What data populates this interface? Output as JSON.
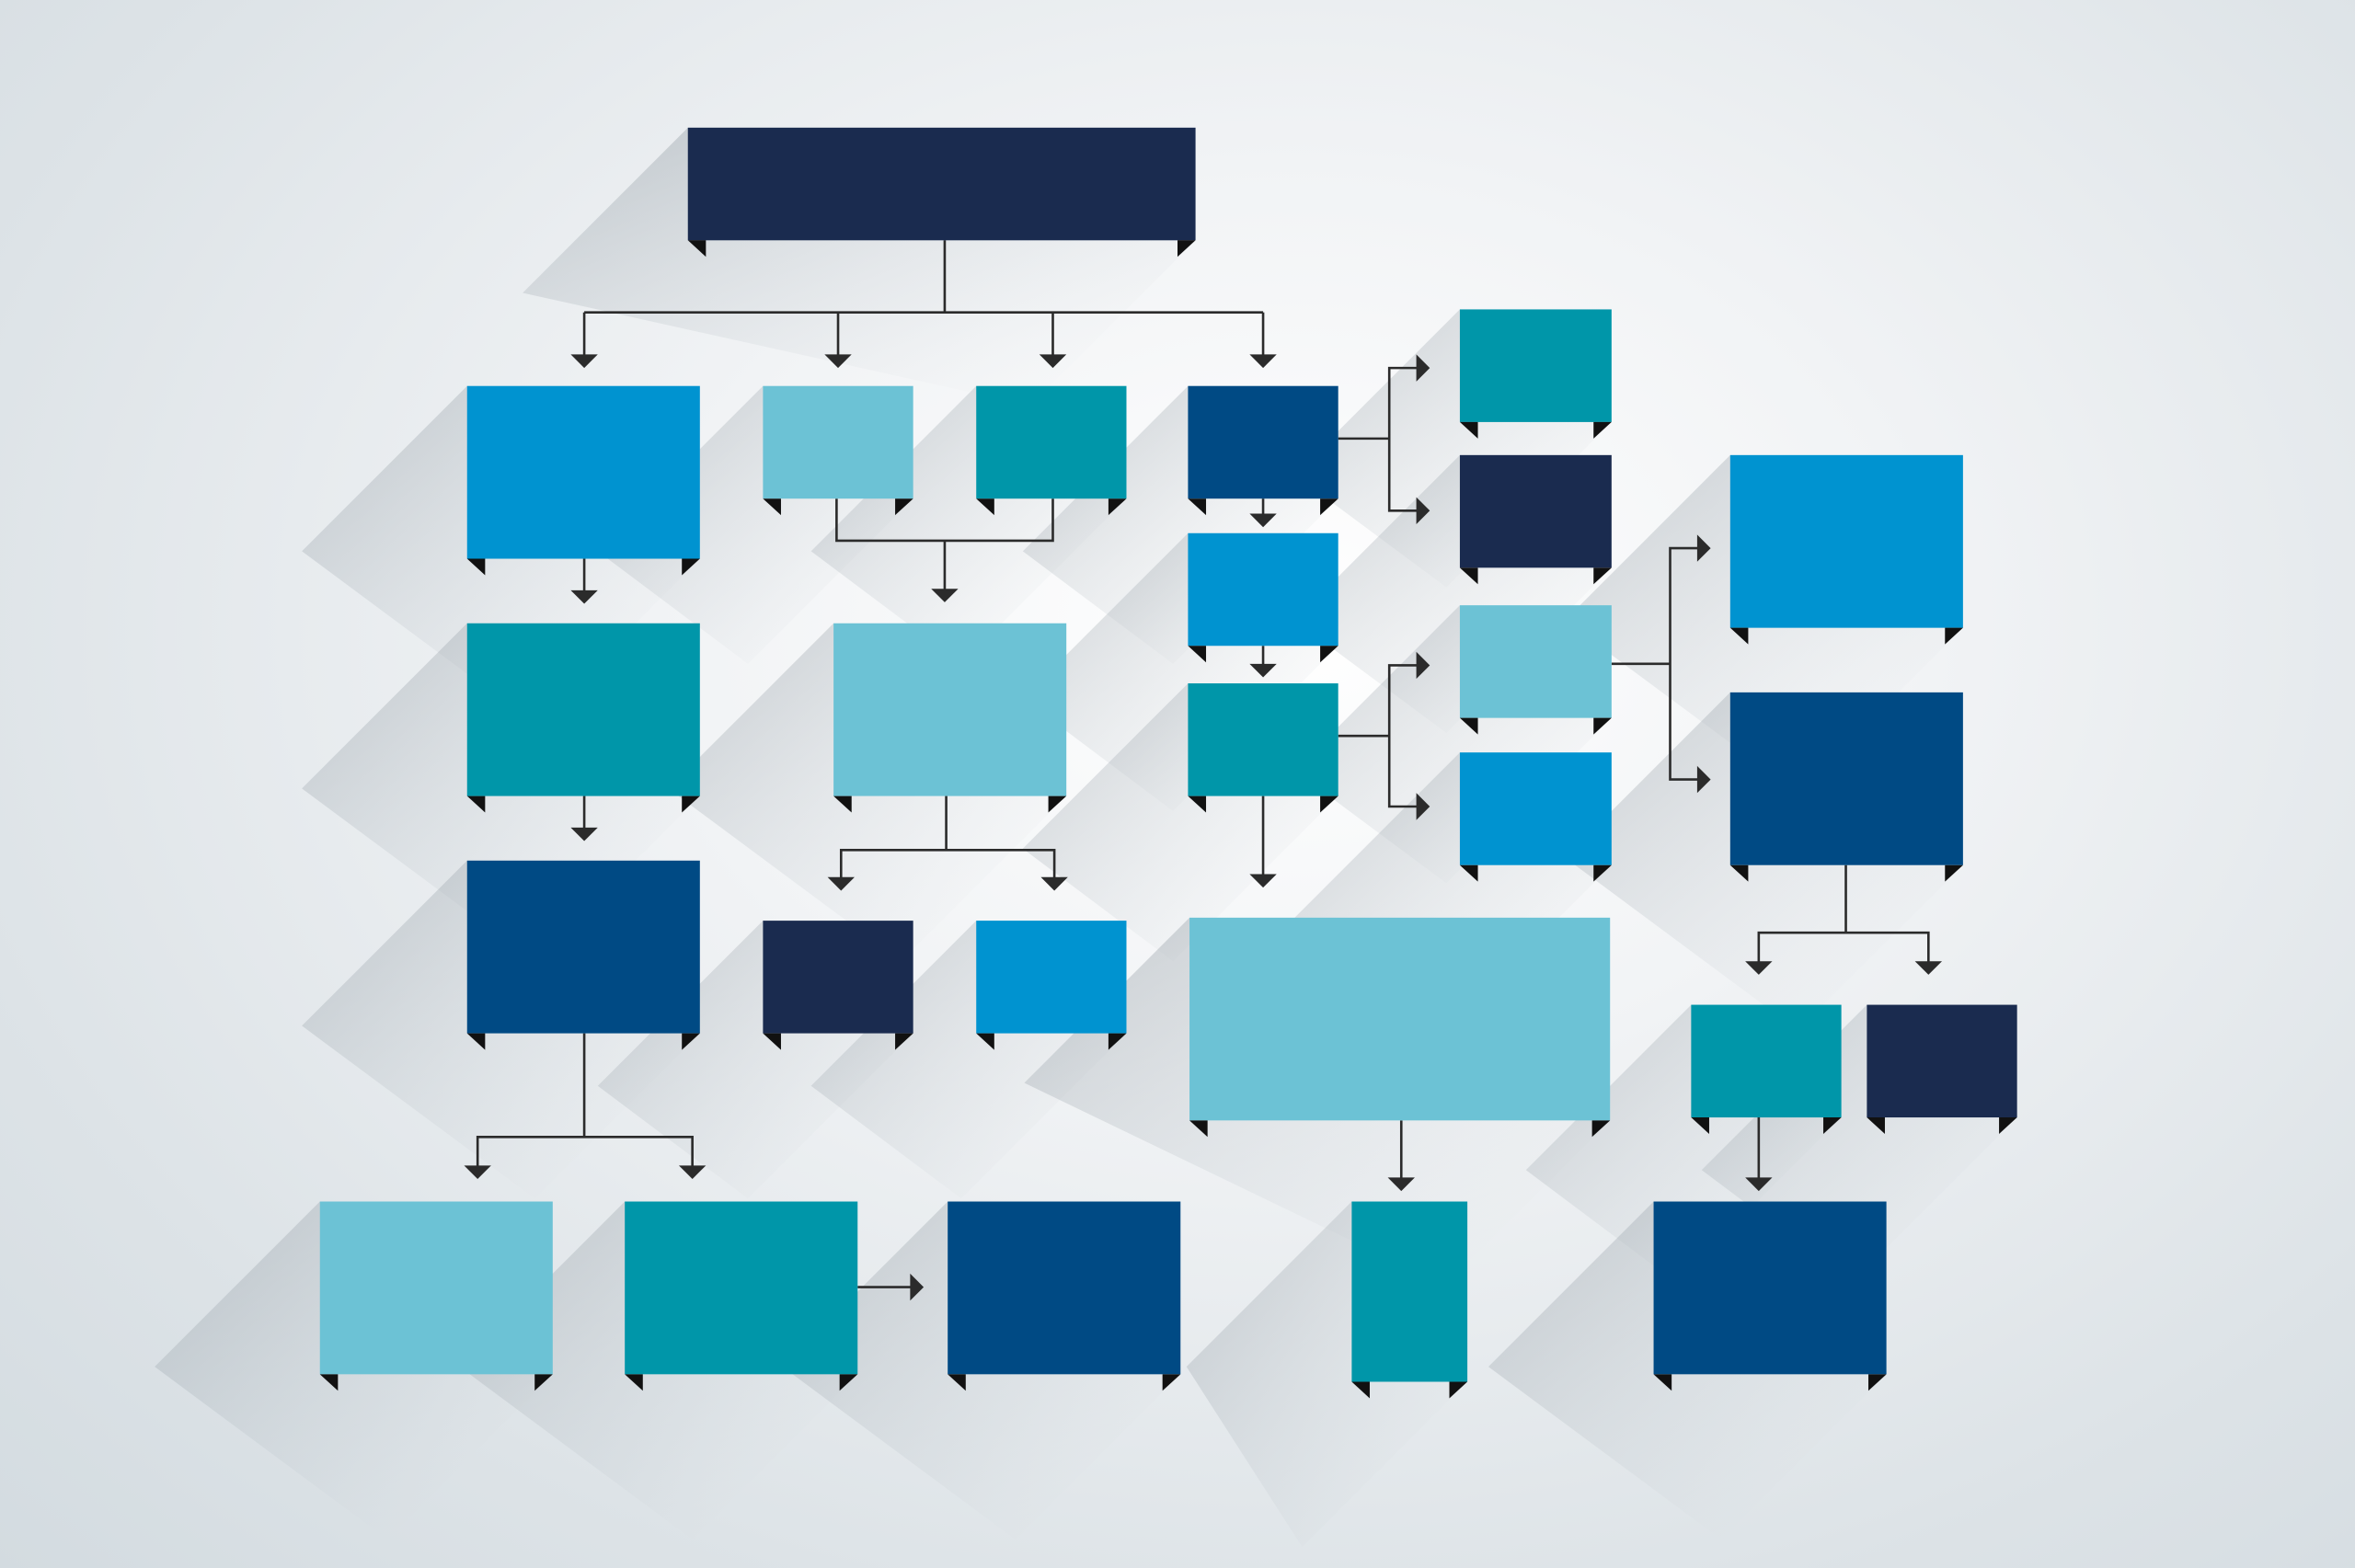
{
  "diagram": {
    "type": "flowchart",
    "labels": "none",
    "colors": {
      "navy": "#1a2b4f",
      "dark_blue": "#004a84",
      "blue": "#0093d0",
      "teal": "#0096a9",
      "light_blue": "#6cc2d5",
      "connector": "#2b2b2b",
      "fold": "#111111"
    },
    "nodes": [
      {
        "id": "n1",
        "color": "navy"
      },
      {
        "id": "n2",
        "color": "blue"
      },
      {
        "id": "n3",
        "color": "light_blue"
      },
      {
        "id": "n4",
        "color": "teal"
      },
      {
        "id": "n5",
        "color": "dark_blue"
      },
      {
        "id": "n6",
        "color": "teal"
      },
      {
        "id": "n7",
        "color": "navy"
      },
      {
        "id": "n8",
        "color": "blue"
      },
      {
        "id": "n9",
        "color": "light_blue"
      },
      {
        "id": "n10",
        "color": "teal"
      },
      {
        "id": "n11",
        "color": "blue"
      },
      {
        "id": "n12",
        "color": "blue"
      },
      {
        "id": "n13",
        "color": "dark_blue"
      },
      {
        "id": "n14",
        "color": "teal"
      },
      {
        "id": "n15",
        "color": "light_blue"
      },
      {
        "id": "n16",
        "color": "dark_blue"
      },
      {
        "id": "n17",
        "color": "navy"
      },
      {
        "id": "n18",
        "color": "blue"
      },
      {
        "id": "n19",
        "color": "light_blue"
      },
      {
        "id": "n20",
        "color": "teal"
      },
      {
        "id": "n21",
        "color": "navy"
      },
      {
        "id": "n22",
        "color": "light_blue"
      },
      {
        "id": "n23",
        "color": "teal"
      },
      {
        "id": "n24",
        "color": "dark_blue"
      },
      {
        "id": "n25",
        "color": "teal"
      },
      {
        "id": "n26",
        "color": "dark_blue"
      }
    ],
    "edges": [
      [
        "n1",
        "n2"
      ],
      [
        "n1",
        "n3"
      ],
      [
        "n1",
        "n4"
      ],
      [
        "n1",
        "n5"
      ],
      [
        "n3",
        "n15"
      ],
      [
        "n4",
        "n15"
      ],
      [
        "n2",
        "n14"
      ],
      [
        "n14",
        "n16"
      ],
      [
        "n5",
        "n8"
      ],
      [
        "n8",
        "n10"
      ],
      [
        "n5",
        "n6"
      ],
      [
        "n5",
        "n7"
      ],
      [
        "n10",
        "n9"
      ],
      [
        "n10",
        "n11"
      ],
      [
        "n15",
        "n17"
      ],
      [
        "n15",
        "n18"
      ],
      [
        "n10",
        "n19"
      ],
      [
        "n9",
        "n12"
      ],
      [
        "n9",
        "n13"
      ],
      [
        "n13",
        "n20"
      ],
      [
        "n13",
        "n21"
      ],
      [
        "n16",
        "n22"
      ],
      [
        "n16",
        "n23"
      ],
      [
        "n23",
        "n24"
      ],
      [
        "n19",
        "n25"
      ],
      [
        "n20",
        "n26"
      ]
    ]
  }
}
